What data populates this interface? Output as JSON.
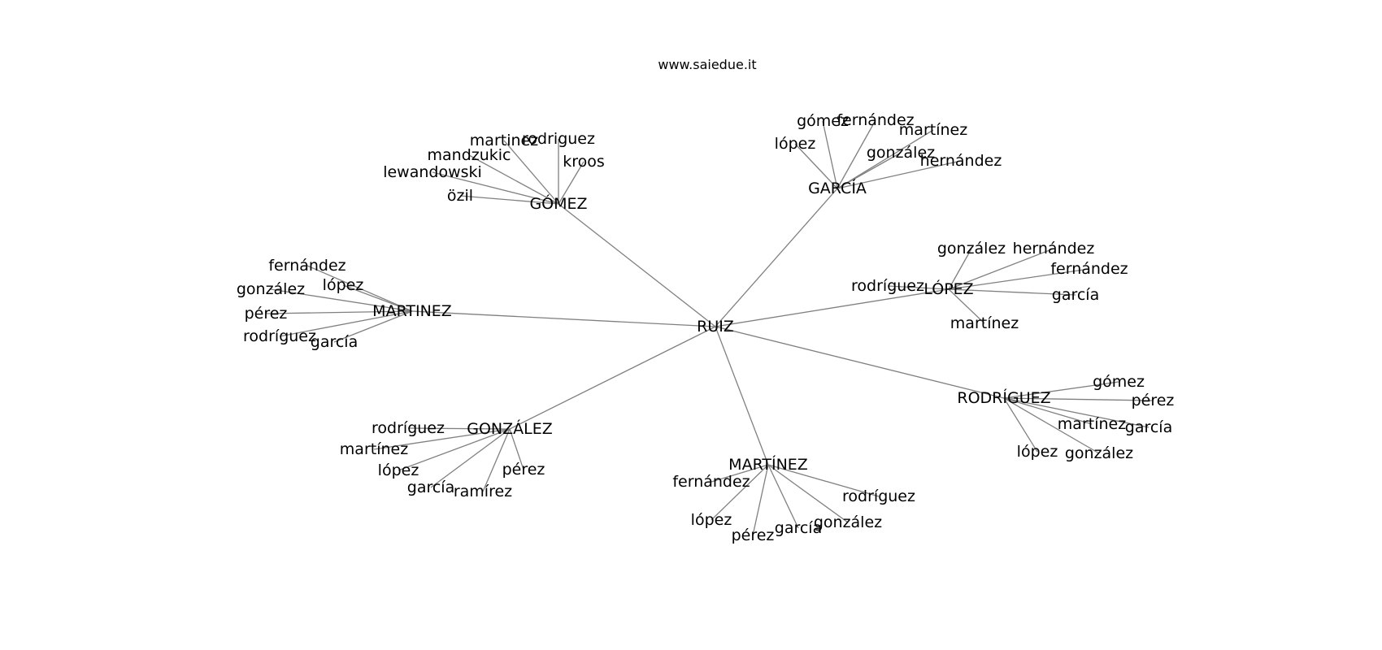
{
  "title": "www.saiedue.it",
  "diagram": {
    "type": "radial-tree",
    "root": "RUIZ",
    "groups": [
      {
        "name": "GÓMEZ",
        "children": [
          "martinez",
          "rodriguez",
          "mandzukic",
          "kroos",
          "lewandowski",
          "özil"
        ]
      },
      {
        "name": "GARCÍA",
        "children": [
          "gómez",
          "fernández",
          "martínez",
          "lópez",
          "gonzález",
          "hernández"
        ]
      },
      {
        "name": "MARTINEZ",
        "children": [
          "fernández",
          "lópez",
          "gonzález",
          "pérez",
          "rodríguez",
          "garcía"
        ]
      },
      {
        "name": "LÓPEZ",
        "children": [
          "gonzález",
          "hernández",
          "fernández",
          "rodríguez",
          "garcía",
          "martínez"
        ]
      },
      {
        "name": "RODRÍGUEZ",
        "children": [
          "gómez",
          "pérez",
          "martínez",
          "garcía",
          "lópez",
          "gonzález"
        ]
      },
      {
        "name": "GONZÁLEZ",
        "children": [
          "rodríguez",
          "martínez",
          "lópez",
          "pérez",
          "garcía",
          "ramírez"
        ]
      },
      {
        "name": "MARTÍNEZ",
        "children": [
          "fernández",
          "rodríguez",
          "lópez",
          "pérez",
          "garcía",
          "gonzález"
        ]
      }
    ]
  }
}
